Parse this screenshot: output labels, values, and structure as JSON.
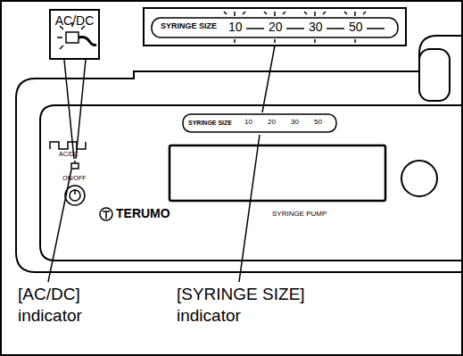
{
  "diagram": {
    "nodes": [
      {
        "text": [
          "AC/DC"
        ]
      },
      {
        "text": [
          "SYRINGE SIZE",
          "10",
          "20",
          "30",
          "50"
        ]
      }
    ],
    "labels": [
      "AC/DC",
      "ON/OFF",
      "SYRINGE SIZE",
      "10",
      "20",
      "30",
      "50",
      "TERUMO",
      "SYRINGE PUMP",
      "[AC/DC] indicator",
      "[SYRINGE SIZE] indicator"
    ]
  }
}
